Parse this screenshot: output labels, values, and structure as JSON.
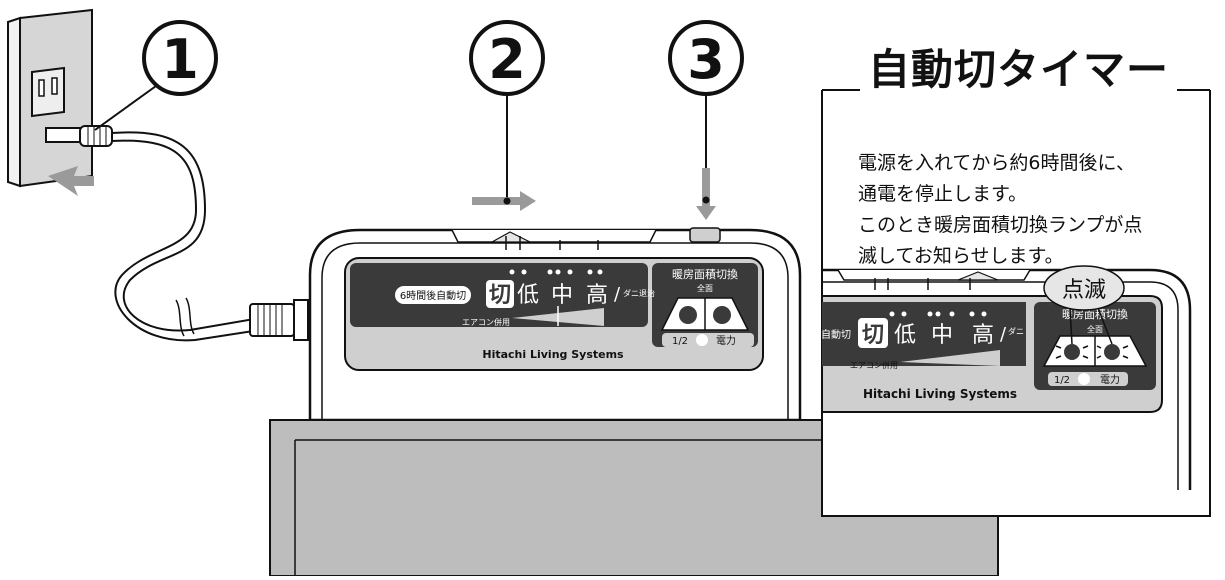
{
  "steps": [
    "①",
    "②",
    "③"
  ],
  "callout": {
    "title": "自動切タイマー",
    "lines": [
      "電源を入れてから約6時間後に、",
      "通電を停止します。",
      "このとき暖房面積切換ランプが点",
      "滅してお知らせします。"
    ],
    "blink_label": "点滅"
  },
  "panel": {
    "auto_off_badge": "6時間後自動切",
    "off_label": "切",
    "low_label": "低",
    "mid_label": "中",
    "high_label": "高",
    "mite_label": "ダニ退治",
    "aircon_label": "エアコン併用",
    "area_switch_label": "暖房面積切換",
    "full_area_label": "全面",
    "half_label": "1/2",
    "power_label": "電力",
    "brand": "Hitachi Living Systems"
  },
  "zoom_panel": {
    "auto_off_badge": "自動切",
    "area_switch_label": "暖房面積切換",
    "full_area_label": "全面"
  },
  "colors": {
    "panel_dark": "#3a3a3a",
    "panel_light": "#cfcfcf",
    "arrow_gray": "#9a9a9a",
    "carpet_gray": "#bdbdbd"
  }
}
